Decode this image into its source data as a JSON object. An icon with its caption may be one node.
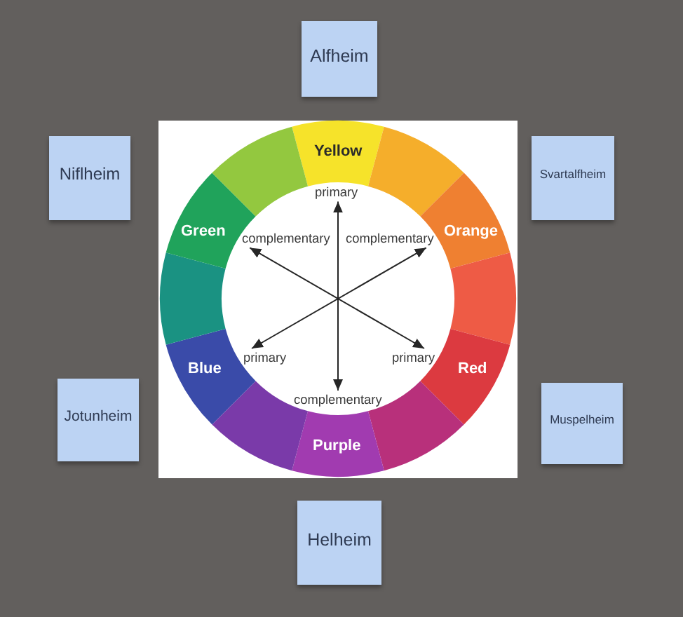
{
  "diagram": {
    "nodes": [
      {
        "text": [
          "Alfheim"
        ]
      },
      {
        "text": [
          "Niflheim"
        ]
      },
      {
        "text": [
          "Svartalfheim"
        ]
      },
      {
        "text": [
          "Yellow"
        ]
      },
      {
        "text": [],
        "shape": "segment"
      },
      {
        "text": [
          "Orange"
        ]
      },
      {
        "text": [],
        "shape": "segment"
      },
      {
        "text": [
          "Red"
        ]
      },
      {
        "text": [],
        "shape": "segment"
      },
      {
        "text": [
          "Purple"
        ]
      },
      {
        "text": [],
        "shape": "segment"
      },
      {
        "text": [
          "Blue"
        ]
      },
      {
        "text": [],
        "shape": "segment"
      },
      {
        "text": [
          "Green"
        ]
      },
      {
        "text": [],
        "shape": "segment"
      },
      {
        "text": [
          "primary"
        ]
      },
      {
        "text": [
          "complementary"
        ]
      },
      {
        "text": [
          "complementary"
        ]
      },
      {
        "text": [
          "primary"
        ]
      },
      {
        "text": [
          "primary"
        ]
      },
      {
        "text": [
          "complementary"
        ]
      },
      {
        "text": [
          "Jotunheim"
        ]
      },
      {
        "text": [
          "Muspelheim"
        ]
      },
      {
        "text": [
          "Helheim"
        ]
      }
    ],
    "edges": [
      {
        "from": 15,
        "to": 20,
        "arrow": "both"
      },
      {
        "from": 16,
        "to": 19,
        "arrow": "both"
      },
      {
        "from": 17,
        "to": 18,
        "arrow": "both"
      }
    ]
  }
}
